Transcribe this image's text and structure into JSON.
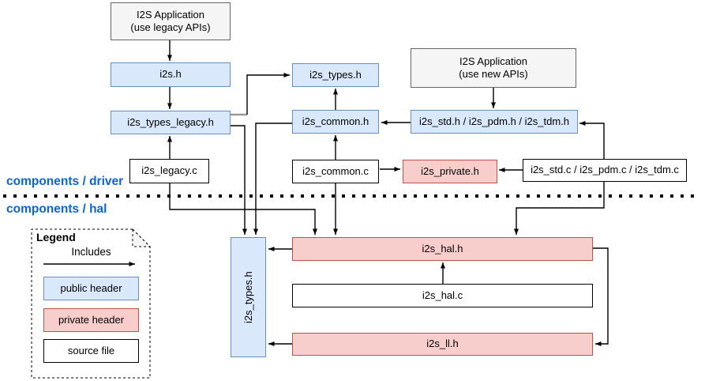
{
  "layers": {
    "driver": {
      "label": "components / driver"
    },
    "hal": {
      "label": "components / hal"
    }
  },
  "nodes": {
    "app_legacy": {
      "label": "I2S Application\n(use legacy APIs)",
      "kind": "application"
    },
    "i2s_h": {
      "label": "i2s.h",
      "kind": "public header"
    },
    "i2s_types_legacy_h": {
      "label": "i2s_types_legacy.h",
      "kind": "public header"
    },
    "i2s_legacy_c": {
      "label": "i2s_legacy.c",
      "kind": "source file"
    },
    "i2s_types_h": {
      "label": "i2s_types.h",
      "kind": "public header"
    },
    "i2s_common_h": {
      "label": "i2s_common.h",
      "kind": "public header"
    },
    "i2s_common_c": {
      "label": "i2s_common.c",
      "kind": "source file"
    },
    "app_new": {
      "label": "I2S Application\n(use new APIs)",
      "kind": "application"
    },
    "i2s_std_pdm_tdm_h": {
      "label": "i2s_std.h / i2s_pdm.h / i2s_tdm.h",
      "kind": "public header"
    },
    "i2s_private_h": {
      "label": "i2s_private.h",
      "kind": "private header"
    },
    "i2s_std_pdm_tdm_c": {
      "label": "i2s_std.c / i2s_pdm.c / i2s_tdm.c",
      "kind": "source file"
    },
    "i2s_types_h_hal": {
      "label": "i2s_types.h",
      "kind": "public header"
    },
    "i2s_hal_h": {
      "label": "i2s_hal.h",
      "kind": "private header"
    },
    "i2s_hal_c": {
      "label": "i2s_hal.c",
      "kind": "source file"
    },
    "i2s_ll_h": {
      "label": "i2s_ll.h",
      "kind": "private header"
    }
  },
  "legend": {
    "title": "Legend",
    "arrow_label": "Includes",
    "items": [
      {
        "label": "public header",
        "color": "#dae8fc"
      },
      {
        "label": "private header",
        "color": "#f8cecc"
      },
      {
        "label": "source file",
        "color": "#ffffff"
      }
    ]
  },
  "colors": {
    "public_header_fill": "#dae8fc",
    "public_header_border": "#6c8ebf",
    "private_header_fill": "#f8cecc",
    "private_header_border": "#b85450",
    "application_fill": "#f5f5f5",
    "application_border": "#666666",
    "source_file_fill": "#ffffff",
    "source_file_border": "#000000",
    "layer_label_color": "#0a66cc",
    "edge_color": "#000000"
  }
}
